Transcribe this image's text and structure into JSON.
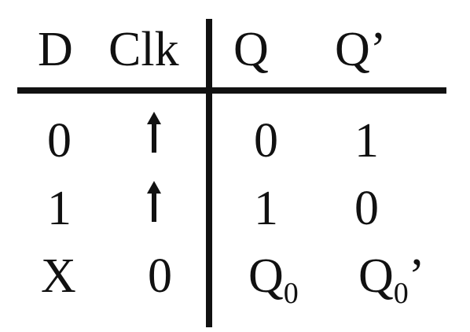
{
  "table": {
    "headers": {
      "d": "D",
      "clk": "Clk",
      "q": "Q",
      "q_bar": "Q’"
    },
    "rows": [
      {
        "d": "0",
        "clk": "rising-edge-arrow-icon",
        "q": "0",
        "q_bar": "1"
      },
      {
        "d": "1",
        "clk": "rising-edge-arrow-icon",
        "q": "1",
        "q_bar": "0"
      },
      {
        "d": "X",
        "clk": "0",
        "q": {
          "base": "Q",
          "sub": "0",
          "suffix": ""
        },
        "q_bar": {
          "base": "Q",
          "sub": "0",
          "suffix": "’"
        }
      }
    ]
  }
}
